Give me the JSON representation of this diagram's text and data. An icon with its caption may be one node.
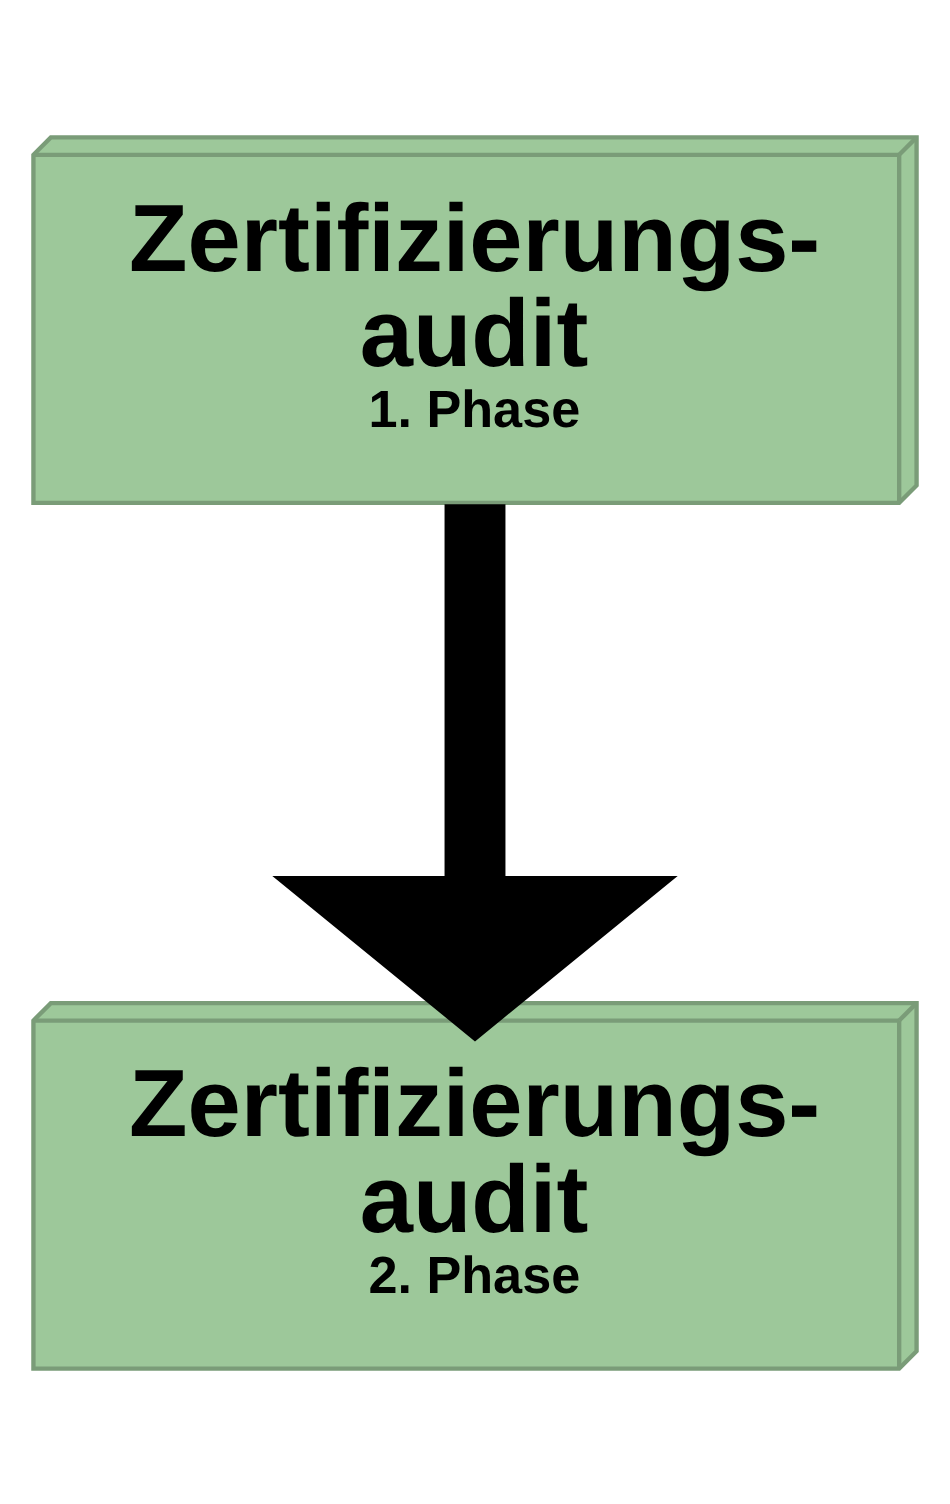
{
  "diagram": {
    "nodes": [
      {
        "text": [
          "Zertifizierungs- audit",
          "1. Phase"
        ]
      },
      {
        "text": [
          "Zertifizierungs- audit",
          "2. Phase"
        ]
      }
    ],
    "edges": [
      {
        "from": 0,
        "to": 1,
        "arrow": "to"
      }
    ]
  }
}
